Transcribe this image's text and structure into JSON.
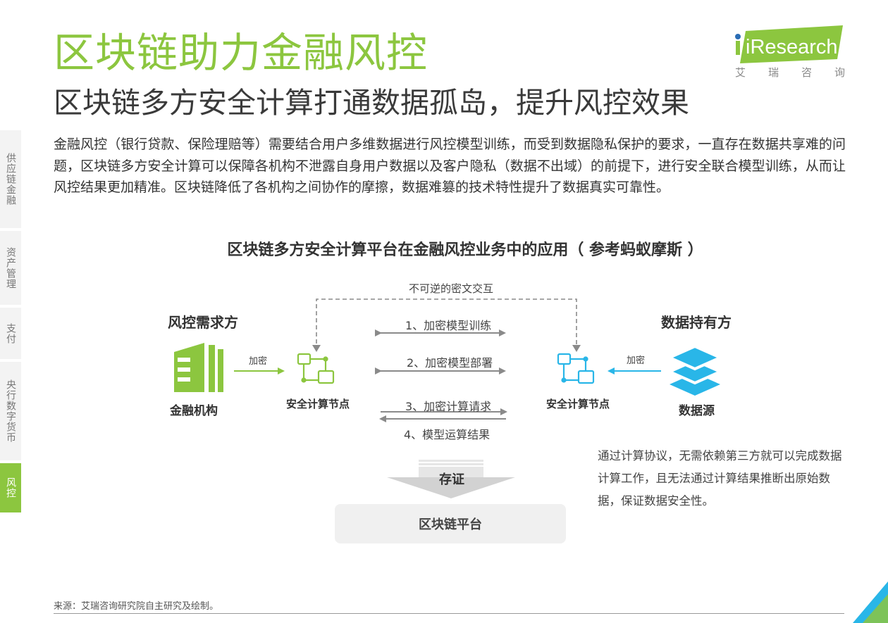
{
  "header": {
    "title": "区块链助力金融风控",
    "subtitle": "区块链多方安全计算打通数据孤岛，提升风控效果"
  },
  "logo": {
    "name": "iResearch",
    "cn_chars": [
      "艾",
      "瑞",
      "咨",
      "询"
    ],
    "color": "#8cc63f"
  },
  "side_nav": [
    {
      "label": "供应链金融",
      "active": false
    },
    {
      "label": "资产管理",
      "active": false
    },
    {
      "label": "支付",
      "active": false
    },
    {
      "label": "央行数字货币",
      "active": false
    },
    {
      "label": "风控",
      "active": true
    }
  ],
  "intro": "金融风控（银行贷款、保险理赔等）需要结合用户多维数据进行风控模型训练，而受到数据隐私保护的要求，一直存在数据共享难的问题，区块链多方安全计算可以保障各机构不泄露自身用户数据以及客户隐私（数据不出域）的前提下，进行安全联合模型训练，从而让风控结果更加精准。区块链降低了各机构之间协作的摩擦，数据难篡的技术特性提升了数据真实可靠性。",
  "diagram": {
    "title": "区块链多方安全计算平台在金融风控业务中的应用（ 参考蚂蚁摩斯 ）",
    "left_party": "风控需求方",
    "right_party": "数据持有方",
    "institution": "金融机构",
    "data_source": "数据源",
    "left_node": "安全计算节点",
    "right_node": "安全计算节点",
    "encrypt_left": "加密",
    "encrypt_right": "加密",
    "cipher_exchange": "不可逆的密文交互",
    "steps": [
      "1、加密模型训练",
      "2、加密模型部署",
      "3、加密计算请求",
      "4、模型运算结果"
    ],
    "evidence": "存证",
    "platform": "区块链平台",
    "note": "通过计算协议，无需依赖第三方就可以完成数据计算工作，且无法通过计算结果推断出原始数据，保证数据安全性。",
    "colors": {
      "green": "#8cc63f",
      "blue": "#29b6e8",
      "gray": "#8a8a8a"
    }
  },
  "footer": {
    "source": "来源：艾瑞咨询研究院自主研究及绘制。"
  }
}
